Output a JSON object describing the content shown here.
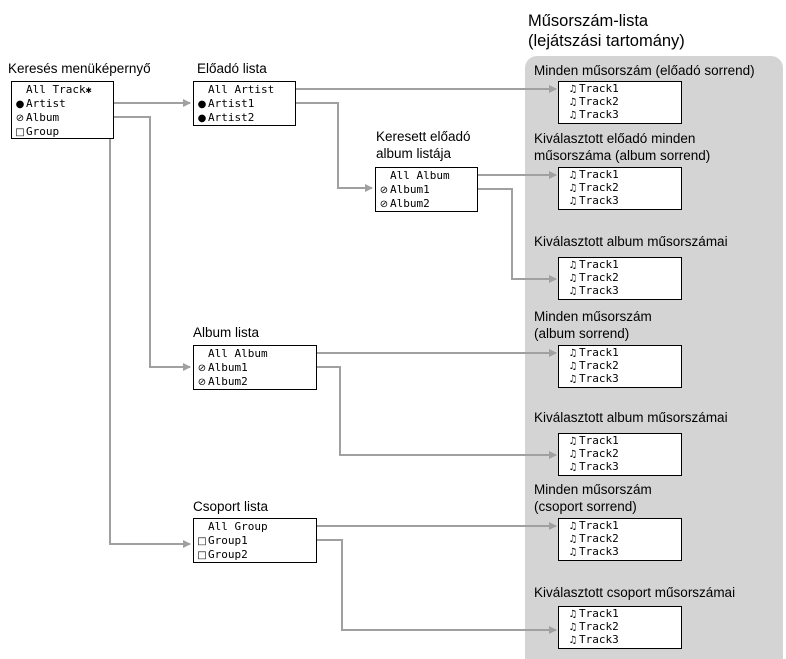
{
  "colors": {
    "panel": "#d4d4d4",
    "line": "#a0a0a0",
    "box_border": "#000000"
  },
  "icons": {
    "artist": "person-icon",
    "album": "disc-icon",
    "group": "folder-icon",
    "track": "music-note-icon"
  },
  "panel": {
    "title_line1": "Műsorszám-lista",
    "title_line2": "(lejátszási tartomány)"
  },
  "search_menu": {
    "label": "Keresés menüképernyő",
    "items": [
      "All Track",
      "Artist",
      "Album",
      "Group"
    ],
    "mark": "✱"
  },
  "artist_list": {
    "label": "Előadó lista",
    "items": [
      "All Artist",
      "Artist1",
      "Artist2"
    ]
  },
  "artist_album_list": {
    "label_line1": "Keresett előadó",
    "label_line2": "album listája",
    "items": [
      "All Album",
      "Album1",
      "Album2"
    ]
  },
  "album_list": {
    "label": "Album lista",
    "items": [
      "All Album",
      "Album1",
      "Album2"
    ]
  },
  "group_list": {
    "label": "Csoport lista",
    "items": [
      "All Group",
      "Group1",
      "Group2"
    ]
  },
  "track_boxes": [
    {
      "label_line1": "Minden műsorszám (előadó sorrend)",
      "label_line2": "",
      "tracks": [
        "Track1",
        "Track2",
        "Track3"
      ]
    },
    {
      "label_line1": "Kiválasztott előadó minden",
      "label_line2": "műsorszáma (album sorrend)",
      "tracks": [
        "Track1",
        "Track2",
        "Track3"
      ]
    },
    {
      "label_line1": "Kiválasztott album műsorszámai",
      "label_line2": "",
      "tracks": [
        "Track1",
        "Track2",
        "Track3"
      ]
    },
    {
      "label_line1": "Minden műsorszám",
      "label_line2": "(album sorrend)",
      "tracks": [
        "Track1",
        "Track2",
        "Track3"
      ]
    },
    {
      "label_line1": "Kiválasztott album műsorszámai",
      "label_line2": "",
      "tracks": [
        "Track1",
        "Track2",
        "Track3"
      ]
    },
    {
      "label_line1": "Minden műsorszám",
      "label_line2": "(csoport sorrend)",
      "tracks": [
        "Track1",
        "Track2",
        "Track3"
      ]
    },
    {
      "label_line1": "Kiválasztott csoport műsorszámai",
      "label_line2": "",
      "tracks": [
        "Track1",
        "Track2",
        "Track3"
      ]
    }
  ]
}
